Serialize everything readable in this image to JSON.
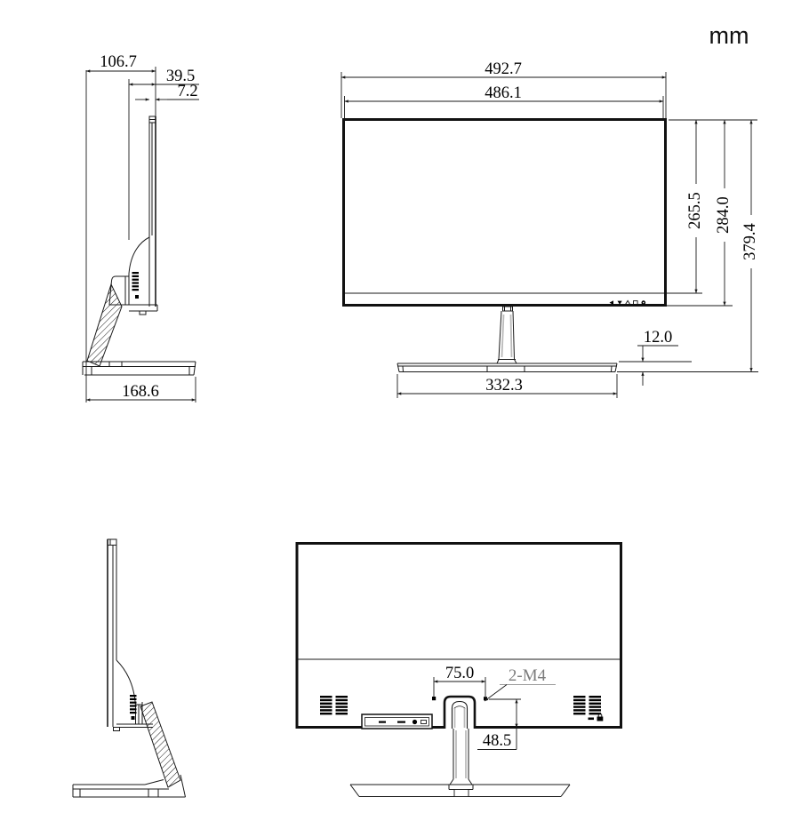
{
  "unit_label": "mm",
  "dims": {
    "side": {
      "overall_depth": "106.7",
      "head_thickness": "39.5",
      "panel_thickness": "7.2",
      "base_depth": "168.6"
    },
    "front": {
      "overall_width": "492.7",
      "active_width": "486.1",
      "active_height": "265.5",
      "head_height": "284.0",
      "overall_height": "379.4",
      "base_thickness": "12.0",
      "base_width": "332.3"
    },
    "back": {
      "hole_spacing": "75.0",
      "screw_note": "2-M4",
      "hole_to_bottom": "48.5"
    }
  },
  "icons": {
    "osd_buttons": "osd-button-row",
    "lock": "kensington-lock"
  },
  "colors": {
    "line": "#1a1a1a",
    "note_text": "#7d7d7d",
    "background": "#ffffff"
  }
}
